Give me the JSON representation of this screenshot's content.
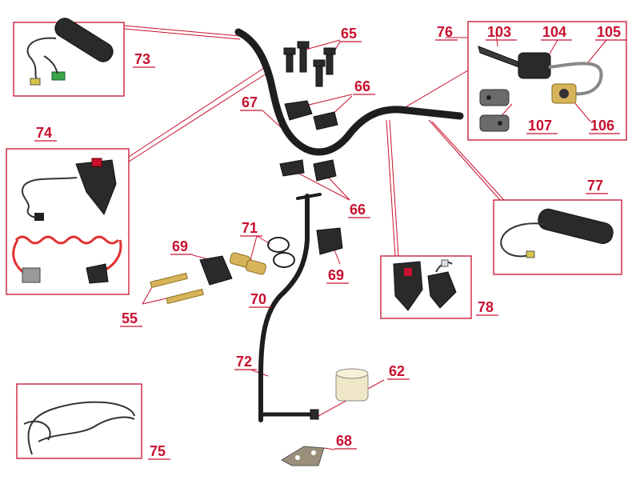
{
  "labels": {
    "l55": "55",
    "l62": "62",
    "l65": "65",
    "l66a": "66",
    "l66b": "66",
    "l67": "67",
    "l68": "68",
    "l69a": "69",
    "l69b": "69",
    "l70": "70",
    "l71": "71",
    "l72": "72",
    "l73": "73",
    "l74": "74",
    "l75": "75",
    "l76": "76",
    "l77": "77",
    "l78": "78",
    "l103": "103",
    "l104": "104",
    "l105": "105",
    "l106": "106",
    "l107": "107"
  },
  "colors": {
    "label": "#c8102e",
    "background": "#ffffff"
  }
}
